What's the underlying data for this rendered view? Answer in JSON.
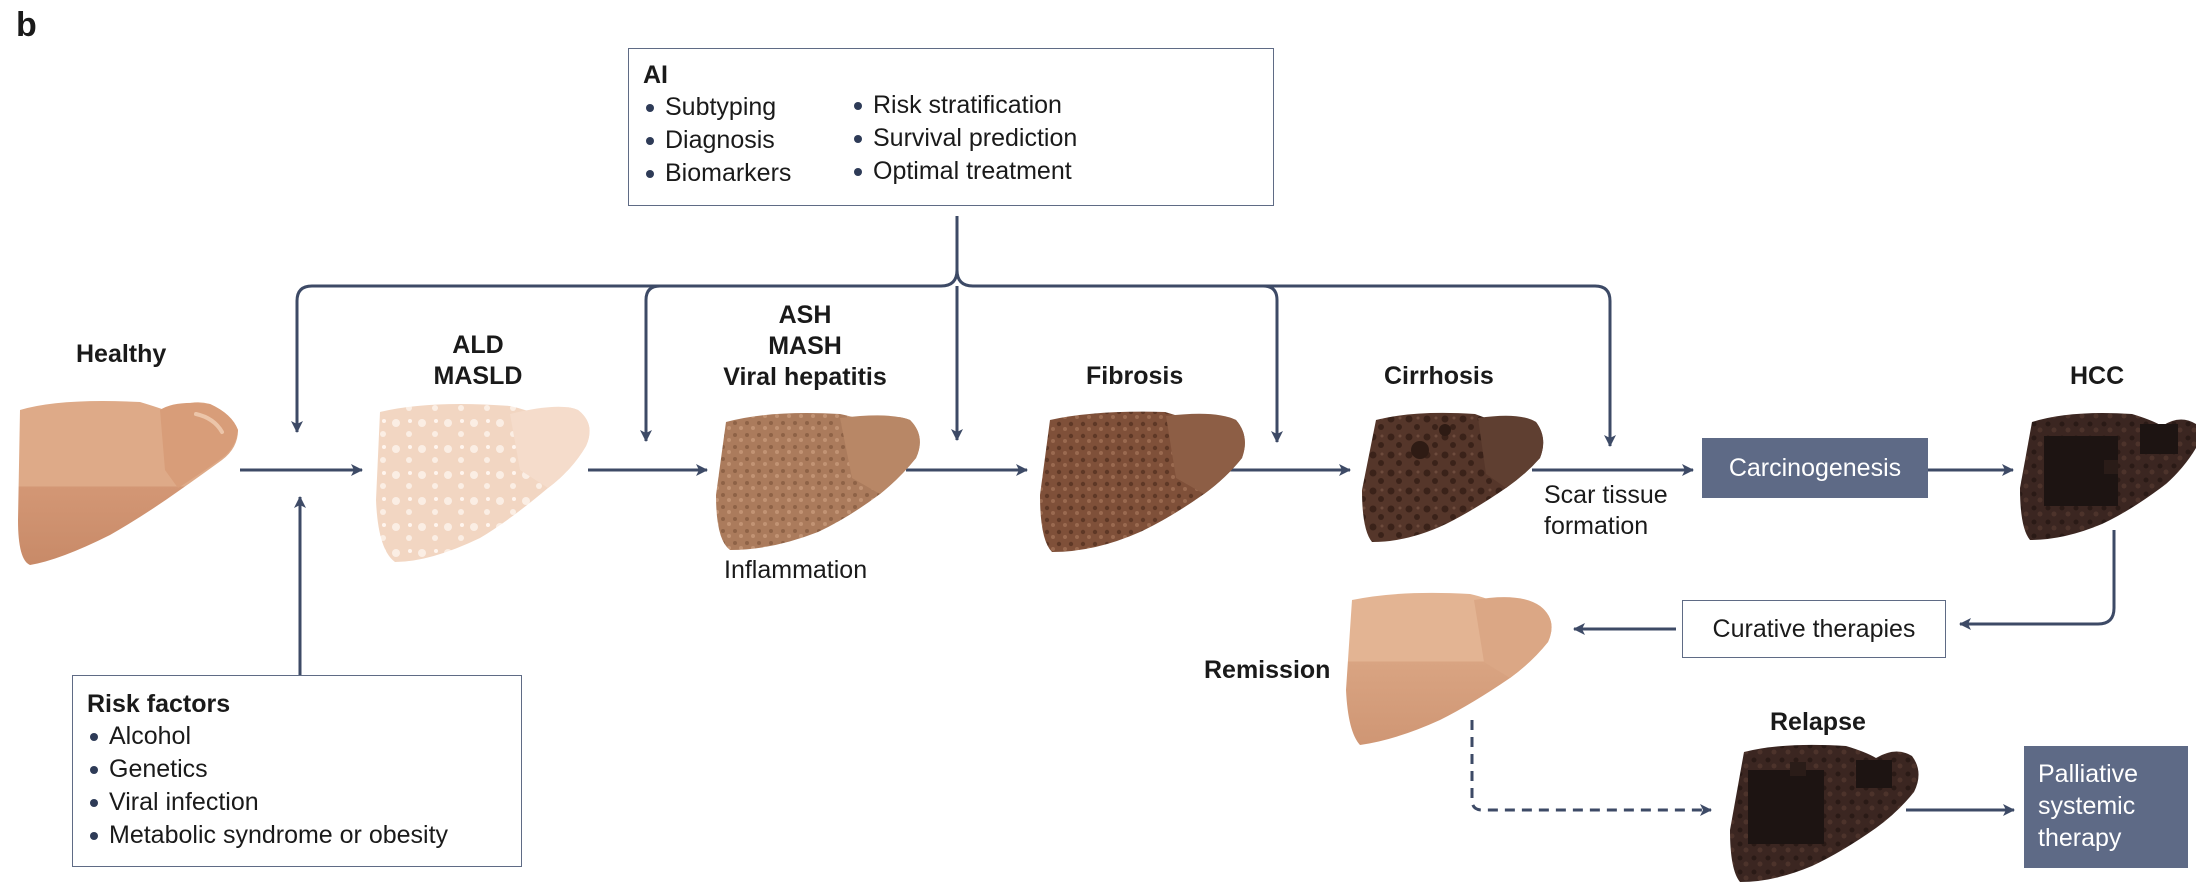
{
  "panel_label": "b",
  "ai": {
    "title": "AI",
    "col1": [
      "Subtyping",
      "Diagnosis",
      "Biomarkers"
    ],
    "col2": [
      "Risk stratification",
      "Survival prediction",
      "Optimal treatment"
    ],
    "icon": "monitor-network-icon"
  },
  "stages": {
    "healthy": "Healthy",
    "ald": [
      "ALD",
      "MASLD"
    ],
    "ash": [
      "ASH",
      "MASH",
      "Viral hepatitis"
    ],
    "fibrosis": "Fibrosis",
    "cirrhosis": "Cirrhosis",
    "hcc": "HCC",
    "remission": "Remission",
    "relapse": "Relapse"
  },
  "annotations": {
    "inflammation": "Inflammation",
    "scar": [
      "Scar tissue",
      "formation"
    ]
  },
  "processes": {
    "carcinogenesis": "Carcinogenesis",
    "curative": "Curative therapies",
    "palliative": [
      "Palliative",
      "systemic",
      "therapy"
    ]
  },
  "risk_factors": {
    "title": "Risk factors",
    "items": [
      "Alcohol",
      "Genetics",
      "Viral infection",
      "Metabolic syndrome or obesity"
    ]
  },
  "colors": {
    "arrow": "#3d4a66",
    "box_dark": "#5e6a86",
    "liver_healthy": "#d9a17c",
    "liver_fatty": "#f2d3bd",
    "liver_inflamed": "#a9785a",
    "liver_fibrotic": "#7e4f37",
    "liver_cirrhotic": "#523326",
    "liver_tumor": "#1d1412"
  }
}
